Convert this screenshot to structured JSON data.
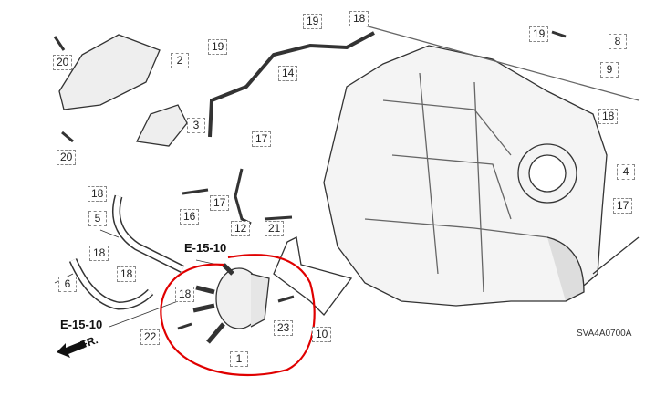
{
  "diagram": {
    "callouts": [
      {
        "id": "c20a",
        "text": "20"
      },
      {
        "id": "c2",
        "text": "2"
      },
      {
        "id": "c3",
        "text": "3"
      },
      {
        "id": "c20b",
        "text": "20"
      },
      {
        "id": "c19a",
        "text": "19"
      },
      {
        "id": "c18a",
        "text": "18"
      },
      {
        "id": "c19b",
        "text": "19"
      },
      {
        "id": "c14",
        "text": "14"
      },
      {
        "id": "c17a",
        "text": "17"
      },
      {
        "id": "c18b",
        "text": "18"
      },
      {
        "id": "c17b",
        "text": "17"
      },
      {
        "id": "c16",
        "text": "16"
      },
      {
        "id": "c12",
        "text": "12"
      },
      {
        "id": "c21",
        "text": "21"
      },
      {
        "id": "c5",
        "text": "5"
      },
      {
        "id": "c18c",
        "text": "18"
      },
      {
        "id": "c6",
        "text": "6"
      },
      {
        "id": "c18d",
        "text": "18"
      },
      {
        "id": "c18e",
        "text": "18"
      },
      {
        "id": "c22",
        "text": "22"
      },
      {
        "id": "c23",
        "text": "23"
      },
      {
        "id": "c10",
        "text": "10"
      },
      {
        "id": "c1",
        "text": "1"
      },
      {
        "id": "c19c",
        "text": "19"
      },
      {
        "id": "c8",
        "text": "8"
      },
      {
        "id": "c9",
        "text": "9"
      },
      {
        "id": "c18f",
        "text": "18"
      },
      {
        "id": "c4",
        "text": "4"
      },
      {
        "id": "c17c",
        "text": "17"
      }
    ],
    "section_refs": [
      "E-15-10",
      "E-15-10"
    ],
    "front_indicator": "FR.",
    "diagram_code": "SVA4A0700A",
    "highlight_color": "#e00000"
  }
}
